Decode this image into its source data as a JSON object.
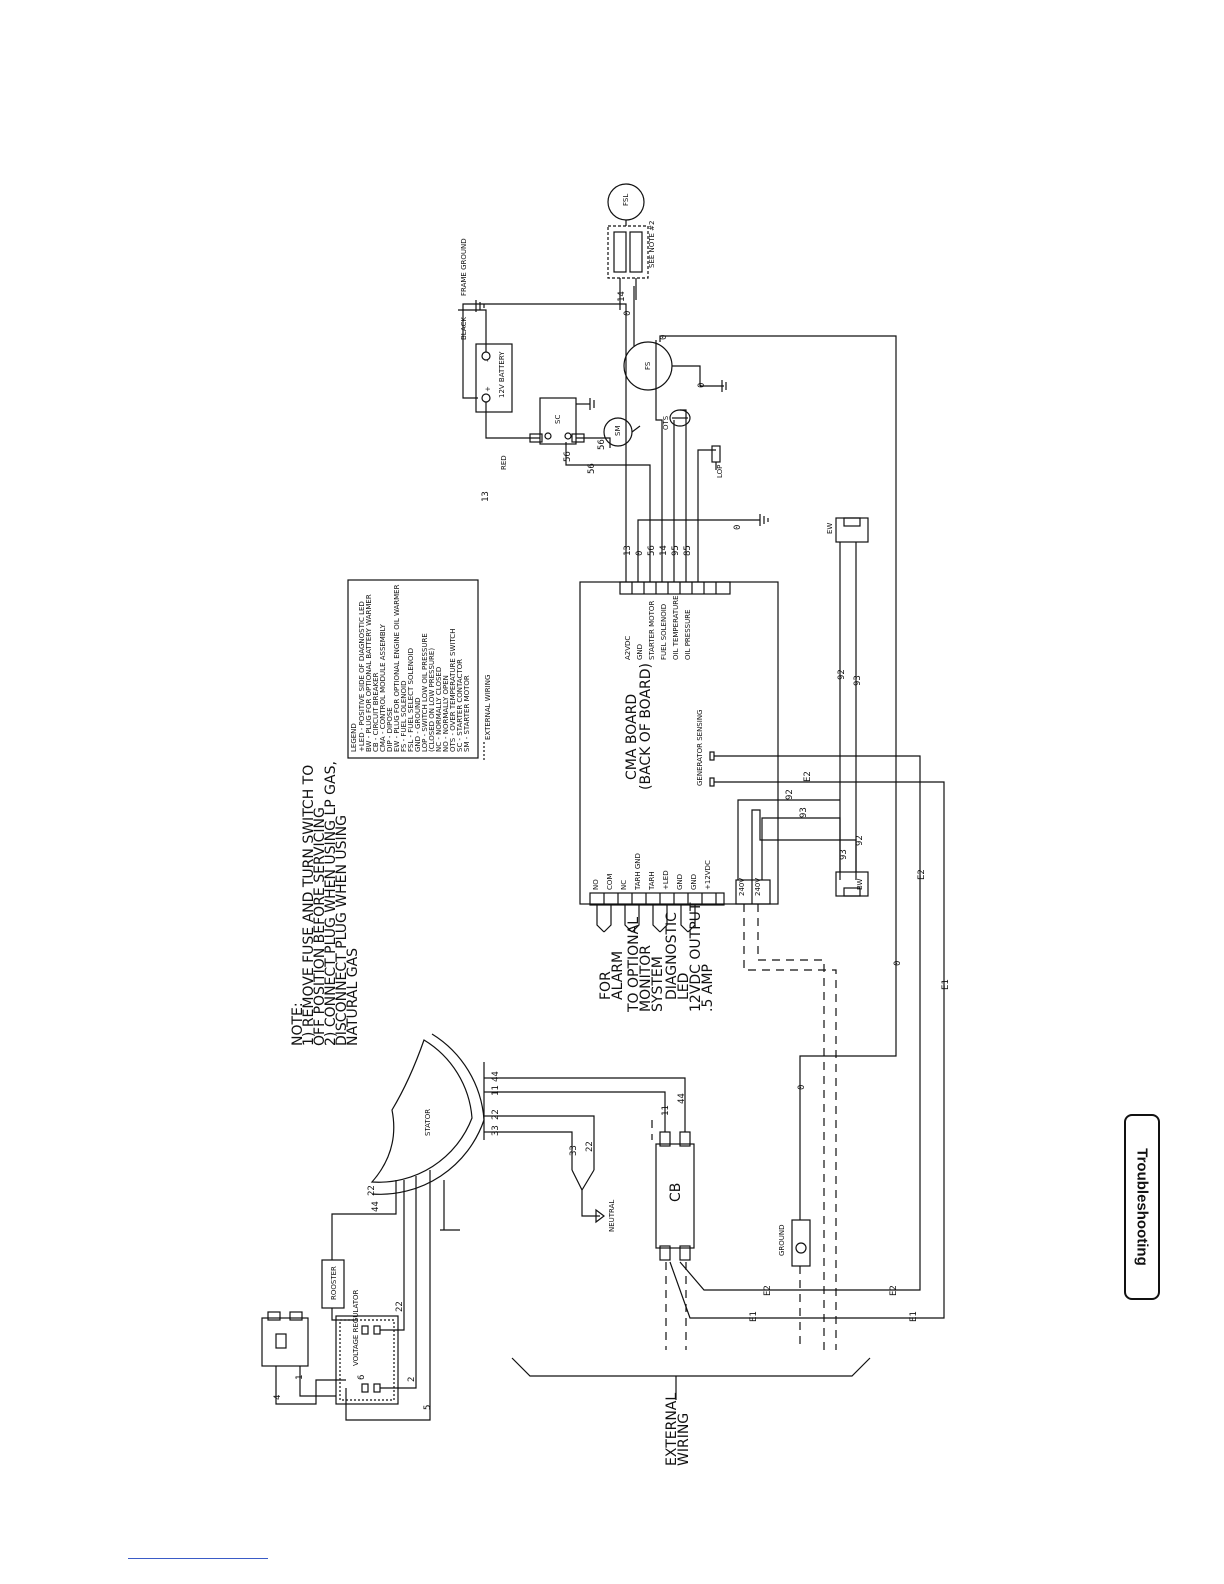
{
  "section_tab": "Troubleshooting",
  "notes": [
    "NOTE:",
    "1) REMOVE FUSE AND TURN SWITCH TO",
    "   OFF POSITION BEFORE SERVICING",
    "2) CONNECT PLUG WHEN USING LP GAS,",
    "   DISCONNECT PLUG WHEN USING",
    "   NATURAL GAS"
  ],
  "legend": {
    "title": "LEGEND",
    "items": [
      "+LED - POSITIVE SIDE OF DIAGNOSTIC LED",
      "BW   - PLUG FOR OPTIONAL BATTERY WARMER",
      "CB   - CIRCUIT BREAKER",
      "CMA  - CONTROL MODULE ASSEMBLY",
      "DIP  - DIPOSE",
      "EW   - PLUG FOR OPTIONAL ENGINE OIL WARMER",
      "FS   - FUEL SOLENOID",
      "FSL  - FUEL SELECT SOLENOID",
      "GND  - GROUND",
      "LOP  - SWITCH LOW OIL PRESSURE",
      "       (CLOSED ON LOW PRESSURE)",
      "NC   - NORMALLY CLOSED",
      "NO   - NORMALLY OPEN",
      "OTS  - OVER TEMPERATURE SWITCH",
      "SC   - STARTER CONTACTOR",
      "SM   - STARTER MOTOR"
    ],
    "external_key": "EXTERNAL WIRING"
  },
  "board": {
    "title": "CMA BOARD",
    "subtitle": "(BACK OF BOARD)",
    "top_terminals": [
      "A2VDC",
      "GND",
      "STARTER MOTOR",
      "FUEL SOLENOID",
      "OIL TEMPERATURE",
      "OIL PRESSURE"
    ],
    "bottom_terminals": [
      "NO",
      "COM",
      "NC",
      "TARH GND",
      "TARH",
      "+LED",
      "GND",
      "GND",
      "+12VDC"
    ],
    "ac_terminals": [
      "240V",
      "240V"
    ],
    "gen_sensing": "GENERATOR SENSING"
  },
  "wire_numbers": {
    "w13": "13",
    "w0": "0",
    "w56": "56",
    "w14": "14",
    "w95": "95",
    "w85": "85",
    "w92": "92",
    "w93": "93",
    "wE2": "E2",
    "wE1": "E1",
    "w44": "44",
    "w11": "11",
    "w22": "22",
    "w33": "33",
    "w2": "2",
    "w4": "4",
    "w5": "5",
    "w6": "6",
    "w1": "1"
  },
  "components": {
    "battery": "12V BATTERY",
    "battery_plus": "+",
    "battery_minus": "-",
    "black": "BLACK",
    "red": "RED",
    "frame_ground": "FRAME GROUND",
    "sc": "SC",
    "sm": "SM",
    "fs": "FS",
    "fsl": "FSL",
    "see_note": "SEE NOTE #2",
    "ots": "OTS",
    "lop": "LOP",
    "ew": "EW",
    "bw": "BW",
    "stator": "STATOR",
    "neutral": "NEUTRAL",
    "cb": "CB",
    "ground": "GROUND",
    "rooster": "ROOSTER",
    "voltage_regulator": "VOLTAGE REGULATOR",
    "for_alarm": [
      "FOR",
      "ALARM"
    ],
    "monitor": [
      "TO OPTIONAL",
      "MONITOR",
      "SYSTEM"
    ],
    "diag_led": [
      "DIAGNOSTIC",
      "LED"
    ],
    "output": [
      "12VDC OUTPUT",
      ".5 AMP"
    ],
    "external_wiring": [
      "EXTERNAL",
      "WIRING"
    ]
  }
}
